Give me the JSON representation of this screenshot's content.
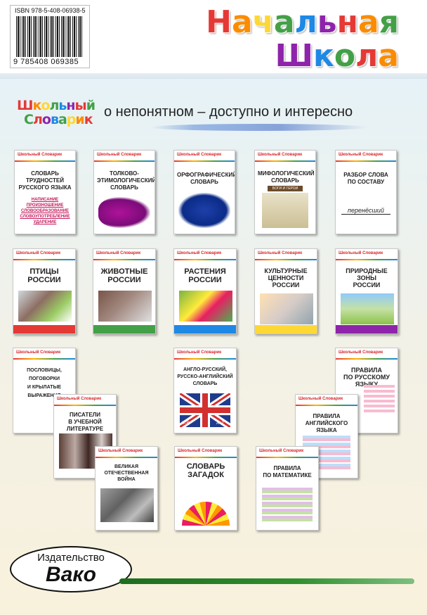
{
  "isbn": {
    "top_text": "ISBN 978-5-408-06938-5",
    "number": "9 785408 069385"
  },
  "series_title": {
    "line1": [
      "Н",
      "а",
      "ч",
      "а",
      "л",
      "ь",
      "н",
      "а",
      "я"
    ],
    "line2": [
      "Ш",
      "к",
      "о",
      "л",
      "а"
    ],
    "colors1": [
      "#e53935",
      "#fb8c00",
      "#fdd835",
      "#43a047",
      "#1e88e5",
      "#8e24aa",
      "#e53935",
      "#fb8c00",
      "#43a047"
    ],
    "colors2": [
      "#8e24aa",
      "#1e88e5",
      "#43a047",
      "#e53935",
      "#fb8c00"
    ]
  },
  "series_logo": {
    "row1": [
      "Ш",
      "к",
      "о",
      "л",
      "ь",
      "н",
      "ы",
      "й"
    ],
    "row2": [
      "С",
      "л",
      "о",
      "в",
      "а",
      "р",
      "и",
      "к"
    ]
  },
  "tagline": "о непонятном – доступно и интересно",
  "books": {
    "b1": {
      "title": "СЛОВАРЬ ТРУДНОСТЕЙ\nРУССКОГО ЯЗЫКА",
      "sub": "НАПИСАНИЕ\nПРОИЗНОШЕНИЕ\nСЛОВООБРАЗОВАНИЕ\nСЛОВОУПОТРЕБЛЕНИЕ\nУДАРЕНИЕ"
    },
    "b2": {
      "title": "ТОЛКОВО-\nЭТИМОЛОГИЧЕСКИЙ\nСЛОВАРЬ"
    },
    "b3": {
      "title": "ОРФОГРАФИЧЕСКИЙ\nСЛОВАРЬ"
    },
    "b4": {
      "title": "МИФОЛОГИЧЕСКИЙ\nСЛОВАРЬ",
      "banner": "БОГИ И ГЕРОИ"
    },
    "b5": {
      "title": "РАЗБОР СЛОВА\nПО СОСТАВУ",
      "word": "перенёсший"
    },
    "b6": {
      "title": "ПТИЦЫ\nРОССИИ"
    },
    "b7": {
      "title": "ЖИВОТНЫЕ\nРОССИИ"
    },
    "b8": {
      "title": "РАСТЕНИЯ\nРОССИИ"
    },
    "b9": {
      "title": "КУЛЬТУРНЫЕ\nЦЕННОСТИ\nРОССИИ"
    },
    "b10": {
      "title": "ПРИРОДНЫЕ\nЗОНЫ\nРОССИИ"
    },
    "b11": {
      "title": "ПОСЛОВИЦЫ, ПОГОВОРКИ\nИ КРЫЛАТЫЕ ВЫРАЖЕНИЯ"
    },
    "b12": {
      "title": "АНГЛО-РУССКИЙ,\nРУССКО-АНГЛИЙСКИЙ\nСЛОВАРЬ",
      "ab1": "А–Я",
      "ab2": "А–Z"
    },
    "b13": {
      "title": "ПРАВИЛА\nПО РУССКОМУ ЯЗЫКУ"
    },
    "b14": {
      "title": "ПИСАТЕЛИ\nВ УЧЕБНОЙ ЛИТЕРАТУРЕ"
    },
    "b15": {
      "title": "ПРАВИЛА\nАНГЛИЙСКОГО ЯЗЫКА"
    },
    "b16": {
      "title": "ВЕЛИКАЯ\nОТЕЧЕСТВЕННАЯ\nВОЙНА"
    },
    "b17": {
      "title": "СЛОВАРЬ\nЗАГАДОК"
    },
    "b18": {
      "title": "ПРАВИЛА\nПО МАТЕМАТИКЕ"
    }
  },
  "publisher": {
    "small": "Издательство",
    "big": "Вако"
  }
}
